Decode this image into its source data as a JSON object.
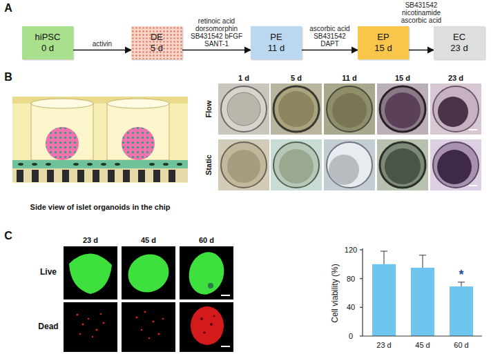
{
  "diagram": {
    "nodes": [
      {
        "text": [
          "hiPSC",
          "0 d"
        ]
      },
      {
        "text": [
          "DE",
          "5 d"
        ]
      },
      {
        "text": [
          "PE",
          "11 d"
        ]
      },
      {
        "text": [
          "EP",
          "15 d"
        ]
      },
      {
        "text": [
          "EC",
          "23 d"
        ]
      }
    ],
    "edges": [
      {
        "from": 0,
        "to": 1,
        "label": "activin",
        "arrow": "to"
      },
      {
        "from": 1,
        "to": 2,
        "label": "retinoic acid dorsomorphin SB431542 bFGF SANT-1",
        "arrow": "to"
      },
      {
        "from": 2,
        "to": 3,
        "label": "ascorbic acid SB431542 DAPT",
        "arrow": "to"
      },
      {
        "from": 3,
        "to": 4,
        "label": "SB431542 nicotinamide ascorbic acid",
        "arrow": "to"
      }
    ],
    "labels": [
      "A",
      "B",
      "Side view of islet organoids in the chip",
      "1 d",
      "5 d",
      "11 d",
      "15 d",
      "23 d",
      "Flow",
      "Static",
      "C",
      "23 d",
      "45 d",
      "60 d",
      "Live",
      "Dead",
      "Cell viability (%)",
      "120",
      "80",
      "40",
      "0",
      "23 d",
      "45 d",
      "60 d",
      "*"
    ]
  }
}
